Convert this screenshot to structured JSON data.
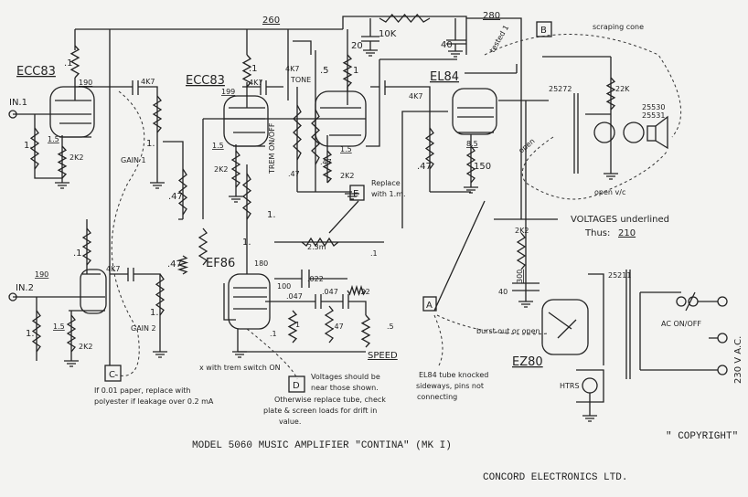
{
  "title": {
    "model": "MODEL 5060  MUSIC AMPLIFIER  \"CONTINA\"  (MK I)",
    "copyright": "\" COPYRIGHT\"",
    "company": "CONCORD ELECTRONICS LTD."
  },
  "tubes": {
    "v1": "ECC83",
    "v2": "ECC83",
    "v3": "EL84",
    "v4": "EF86",
    "v5": "EZ80"
  },
  "inputs": {
    "in1": "IN.1",
    "in2": "IN.2"
  },
  "controls": {
    "gain1": "GAIN 1",
    "gain2": "GAIN 2",
    "tone": "TONE",
    "speed": "SPEED",
    "trem": "TREM ON/OFF",
    "ac": "AC ON/OFF",
    "mains": "230 V A.C.",
    "heaters": "HTRS"
  },
  "voltages": {
    "b1": "260",
    "b2": "280",
    "v1a": "190",
    "v1b": "190",
    "v2": "199",
    "k1": "1.5",
    "k2": "1.5",
    "k3": "1.5",
    "k4": "1.5",
    "el84k": "8.5",
    "ef86a": "180",
    "ef86s": "100",
    "rect": "300"
  },
  "components": {
    "r10k": "10K",
    "c20": "20",
    "c40a": "40",
    "c40b": "40",
    "r1a": ".1",
    "c4k7a": "4K7",
    "r1g": "1.",
    "r2k2a": "2K2",
    "pot1": "1.",
    "r47a": ".47",
    "r1b": ".1",
    "c4k7b": "4K7",
    "r2k2b": "2K2",
    "r1c": "1.",
    "c4k7t": "4K7",
    "pot5": ".5",
    "r47t1": ".47",
    "r47t2": ".47",
    "r1d": "1",
    "r2k2c": "2K2",
    "c4k7c": "4K7",
    "r47b": ".47",
    "r150": "150",
    "r1e": ".1",
    "c4k7d": "4K7",
    "r1in2": "1.",
    "r2k2d": "2K2",
    "pot2": "1.",
    "r47c": ".47",
    "r1f": "1.",
    "r23m": "2.3m",
    "c1a": ".1",
    "c022": ".022",
    "c047a": ".047",
    "c047b": ".047",
    "r22": ".22",
    "c1b": ".1",
    "r1h": "1",
    "r47d": ".47",
    "pot5b": ".5",
    "r22k": "22K",
    "ot": "25272",
    "jack": "25530\n25531",
    "jack1": "25530",
    "jack2": "25531",
    "pt": "25211",
    "r2k2e": "2K2"
  },
  "notes": {
    "voltage_legend": "VOLTAGES underlined",
    "voltage_example_prefix": "Thus:",
    "voltage_example": "210",
    "x_note": "x with trem switch ON",
    "A": {
      "tag": "A",
      "lines": [
        "EL84 tube knocked",
        "sideways, pins not",
        "connecting"
      ],
      "wire": "burst out or open"
    },
    "B": {
      "tag": "B",
      "wire1": "tested 1",
      "wire2": "scraping cone",
      "wire3": "open",
      "wire4": "open v/c"
    },
    "C": {
      "tag": "C",
      "lines": [
        "If 0.01 paper, replace with",
        "polyester if leakage over 0.2 mA"
      ]
    },
    "D": {
      "tag": "D",
      "lines": [
        "Voltages should be",
        "near those shown.",
        "Otherwise replace tube, check",
        "plate & screen loads for drift in",
        "value."
      ]
    },
    "E": {
      "tag": "E",
      "lines": [
        "Replace",
        "with 1.m."
      ]
    }
  }
}
